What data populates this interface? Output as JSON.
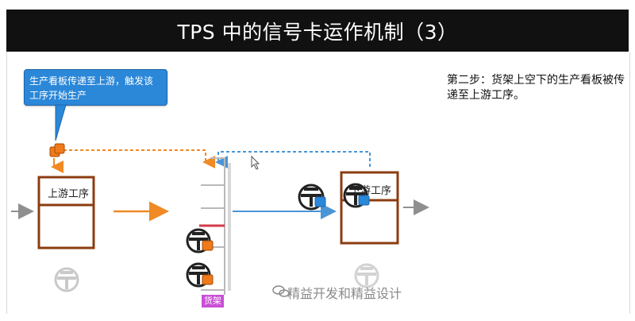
{
  "title": "TPS 中的信号卡运作机制（3）",
  "callout": {
    "text": "生产看板传递至上游，触发该工序开始生产"
  },
  "step_description": "第二步：货架上空下的生产看板被传递至上游工序。",
  "upstream_process_label": "上游工序",
  "downstream_process_label": "下游工序",
  "rack_label": "货架",
  "watermark": "精益开发和精益设计",
  "colors": {
    "title_bar": "#111111",
    "callout": "#2b87d8",
    "box_border": "#8b3d10",
    "orange_card": "#f07a1a",
    "blue_card": "#2b87d8",
    "blue_arrow": "#4a95d6",
    "orange_arrow": "#ef8a24",
    "rack": "#b9b9b9",
    "rack_accent": "#d43a4a",
    "rack_label": "#c94fd6",
    "gray_arrow": "#8f8f8f"
  },
  "icons": [
    "production-kanban-card-icon",
    "withdrawal-kanban-card-icon",
    "cart-wheel-icon",
    "cursor-icon",
    "wechat-icon"
  ]
}
